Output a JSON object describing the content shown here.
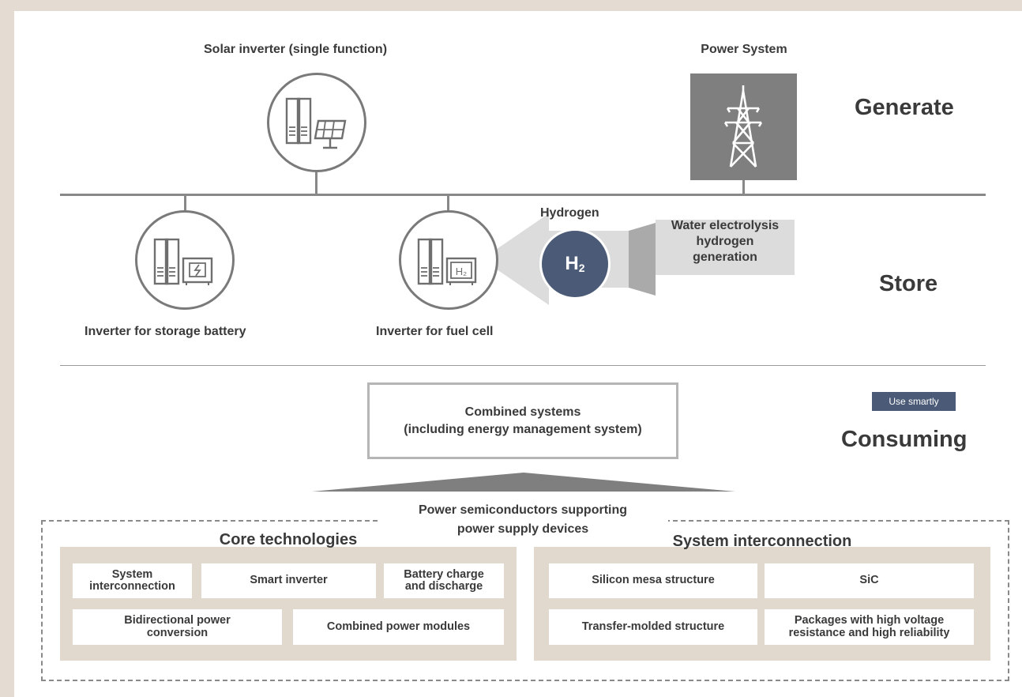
{
  "sections": {
    "generate": "Generate",
    "store": "Store",
    "consuming": "Consuming",
    "use_smartly": "Use smartly"
  },
  "generate": {
    "solar_label": "Solar inverter (single function)",
    "power_system_label": "Power System"
  },
  "store": {
    "storage_battery_label": "Inverter for storage battery",
    "fuel_cell_label": "Inverter for fuel cell",
    "hydrogen_label": "Hydrogen",
    "h2_symbol": "H",
    "h2_subscript": "2",
    "h2_icon_text": "H₂",
    "electrolysis_lines": [
      "Water electrolysis",
      "hydrogen",
      "generation"
    ]
  },
  "consuming": {
    "combined_lines": [
      "Combined systems",
      "(including energy management system)"
    ],
    "semiconductors_lines": [
      "Power semiconductors supporting",
      "power supply devices"
    ]
  },
  "core": {
    "title": "Core technologies",
    "row1": [
      [
        "System",
        "interconnection"
      ],
      [
        "Smart inverter"
      ],
      [
        "Battery charge",
        "and discharge"
      ]
    ],
    "row2": [
      [
        "Bidirectional power",
        "conversion"
      ],
      [
        "Combined power modules"
      ]
    ]
  },
  "system": {
    "title": "System interconnection",
    "row1": [
      [
        "Silicon mesa structure"
      ],
      [
        "SiC"
      ]
    ],
    "row2": [
      [
        "Transfer-molded structure"
      ],
      [
        "Packages with high voltage",
        "resistance and high reliability"
      ]
    ]
  },
  "colors": {
    "background": "#e4dcd2",
    "line_gray": "#888888",
    "tower_gray": "#7f7f7f",
    "accent_navy": "#4b5b77",
    "tan_panel": "#e2d9ce"
  }
}
